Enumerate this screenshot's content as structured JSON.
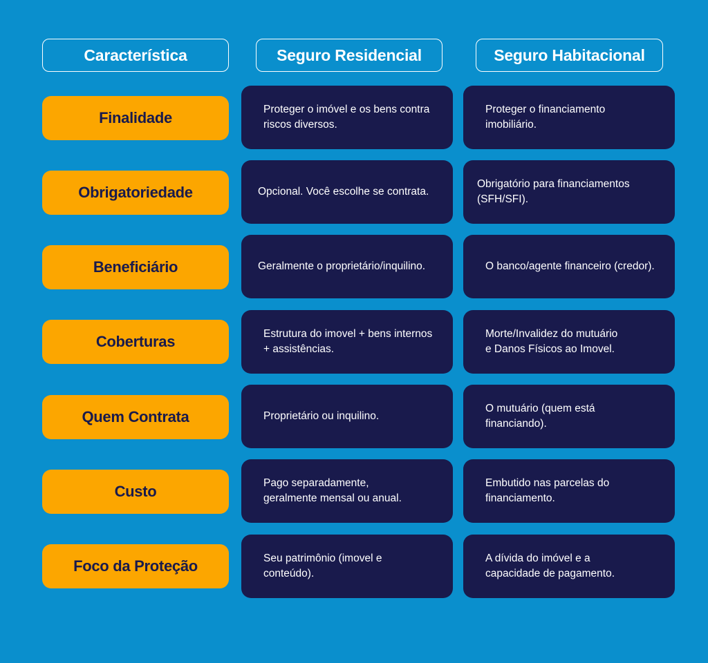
{
  "headers": {
    "col1": "Característica",
    "col2": "Seguro Residencial",
    "col3": "Seguro Habitacional"
  },
  "rows": [
    {
      "label": "Finalidade",
      "residencial": "Proteger o imóvel e os bens contra\nriscos diversos.",
      "habitacional": "Proteger o financiamento\nimobiliário."
    },
    {
      "label": "Obrigatoriedade",
      "residencial": "Opcional. Você escolhe se contrata.",
      "habitacional": "Obrigatório para financiamentos\n(SFH/SFI)."
    },
    {
      "label": "Beneficiário",
      "residencial": "Geralmente o proprietário/inquilino.",
      "habitacional": "O banco/agente financeiro (credor)."
    },
    {
      "label": "Coberturas",
      "residencial": "Estrutura do imovel + bens internos\n+ assistências.",
      "habitacional": "Morte/Invalidez do mutuário\ne Danos Físicos ao Imovel."
    },
    {
      "label": "Quem Contrata",
      "residencial": "Proprietário ou inquilino.",
      "habitacional": "O mutuário (quem está\nfinanciando)."
    },
    {
      "label": "Custo",
      "residencial": "Pago separadamente,\ngeralmente mensal ou anual.",
      "habitacional": "Embutido nas parcelas do\nfinanciamento."
    },
    {
      "label": "Foco da Proteção",
      "residencial": "Seu patrimônio (imovel e\nconteúdo).",
      "habitacional": "A dívida do imóvel e a\ncapacidade de pagamento."
    }
  ],
  "colors": {
    "background": "#0a8fcd",
    "label_fill": "#fca600",
    "cell_fill": "#191a4c",
    "label_text": "#191a4c",
    "header_text": "#ffffff"
  }
}
